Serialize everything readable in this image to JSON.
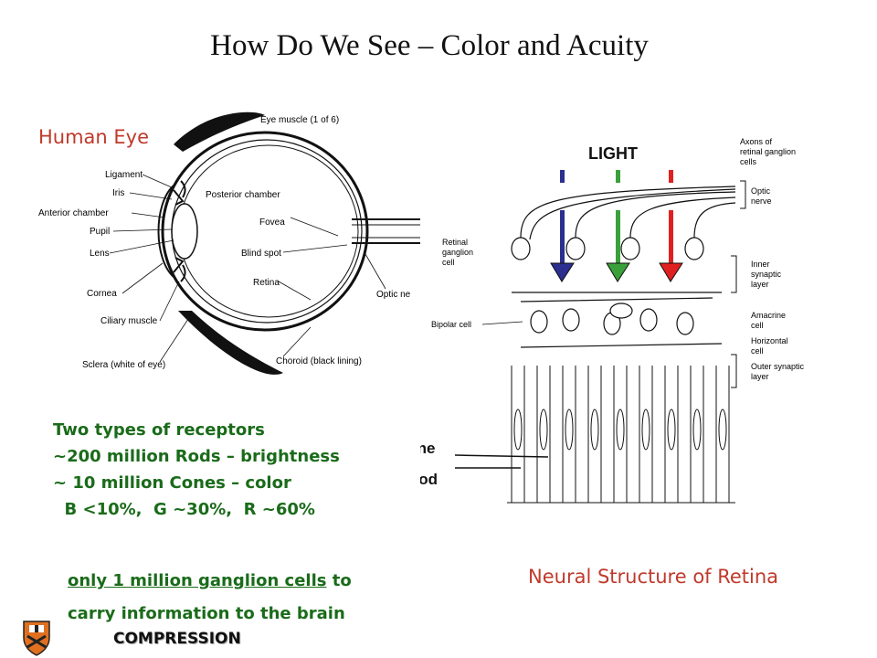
{
  "title": "How Do We See – Color and Acuity",
  "eye_label": "Human Eye",
  "retina_label": "Neural Structure of Retina",
  "eye_parts": {
    "eye_muscle": "Eye muscle (1 of 6)",
    "ligament": "Ligament",
    "iris": "Iris",
    "anterior_chamber": "Anterior chamber",
    "pupil": "Pupil",
    "lens": "Lens",
    "cornea": "Cornea",
    "ciliary_muscle": "Ciliary muscle",
    "sclera": "Sclera (white of eye)",
    "posterior_chamber": "Posterior chamber",
    "fovea": "Fovea",
    "blind_spot": "Blind spot",
    "retina": "Retina",
    "choroid": "Choroid (black lining)",
    "optic_nerve": "Optic ne"
  },
  "retina_parts": {
    "light": "LIGHT",
    "axons_1": "Axons of",
    "axons_2": "retinal ganglion",
    "axons_3": "cells",
    "optic_1": "Optic",
    "optic_2": "nerve",
    "retinal_1": "Retinal",
    "retinal_2": "ganglion",
    "retinal_3": "cell",
    "inner_1": "Inner",
    "inner_2": "synaptic",
    "inner_3": "layer",
    "amacrine_1": "Amacrine",
    "amacrine_2": "cell",
    "horizontal_1": "Horizontal",
    "horizontal_2": "cell",
    "outer_1": "Outer synaptic",
    "outer_2": "layer",
    "bipolar": "Bipolar cell",
    "cone": "Cone",
    "rod": "Rod"
  },
  "receptors": {
    "line1": "Two types of receptors",
    "line2": "~200 million Rods – brightness",
    "line3": "~ 10 million Cones – color",
    "line4": "  B <10%,  G ~30%,  R ~60%"
  },
  "ganglion": {
    "underlined": "only 1 million ganglion cells",
    "to": " to",
    "line2": "carry information to the brain"
  },
  "compression": "COMPRESSION",
  "colors": {
    "accent_red": "#c0392b",
    "text_green": "#1a6b1a",
    "arrow_blue": "#2b2f8f",
    "arrow_green": "#3aa03a",
    "arrow_red": "#e02020",
    "shield": "#e07020"
  }
}
